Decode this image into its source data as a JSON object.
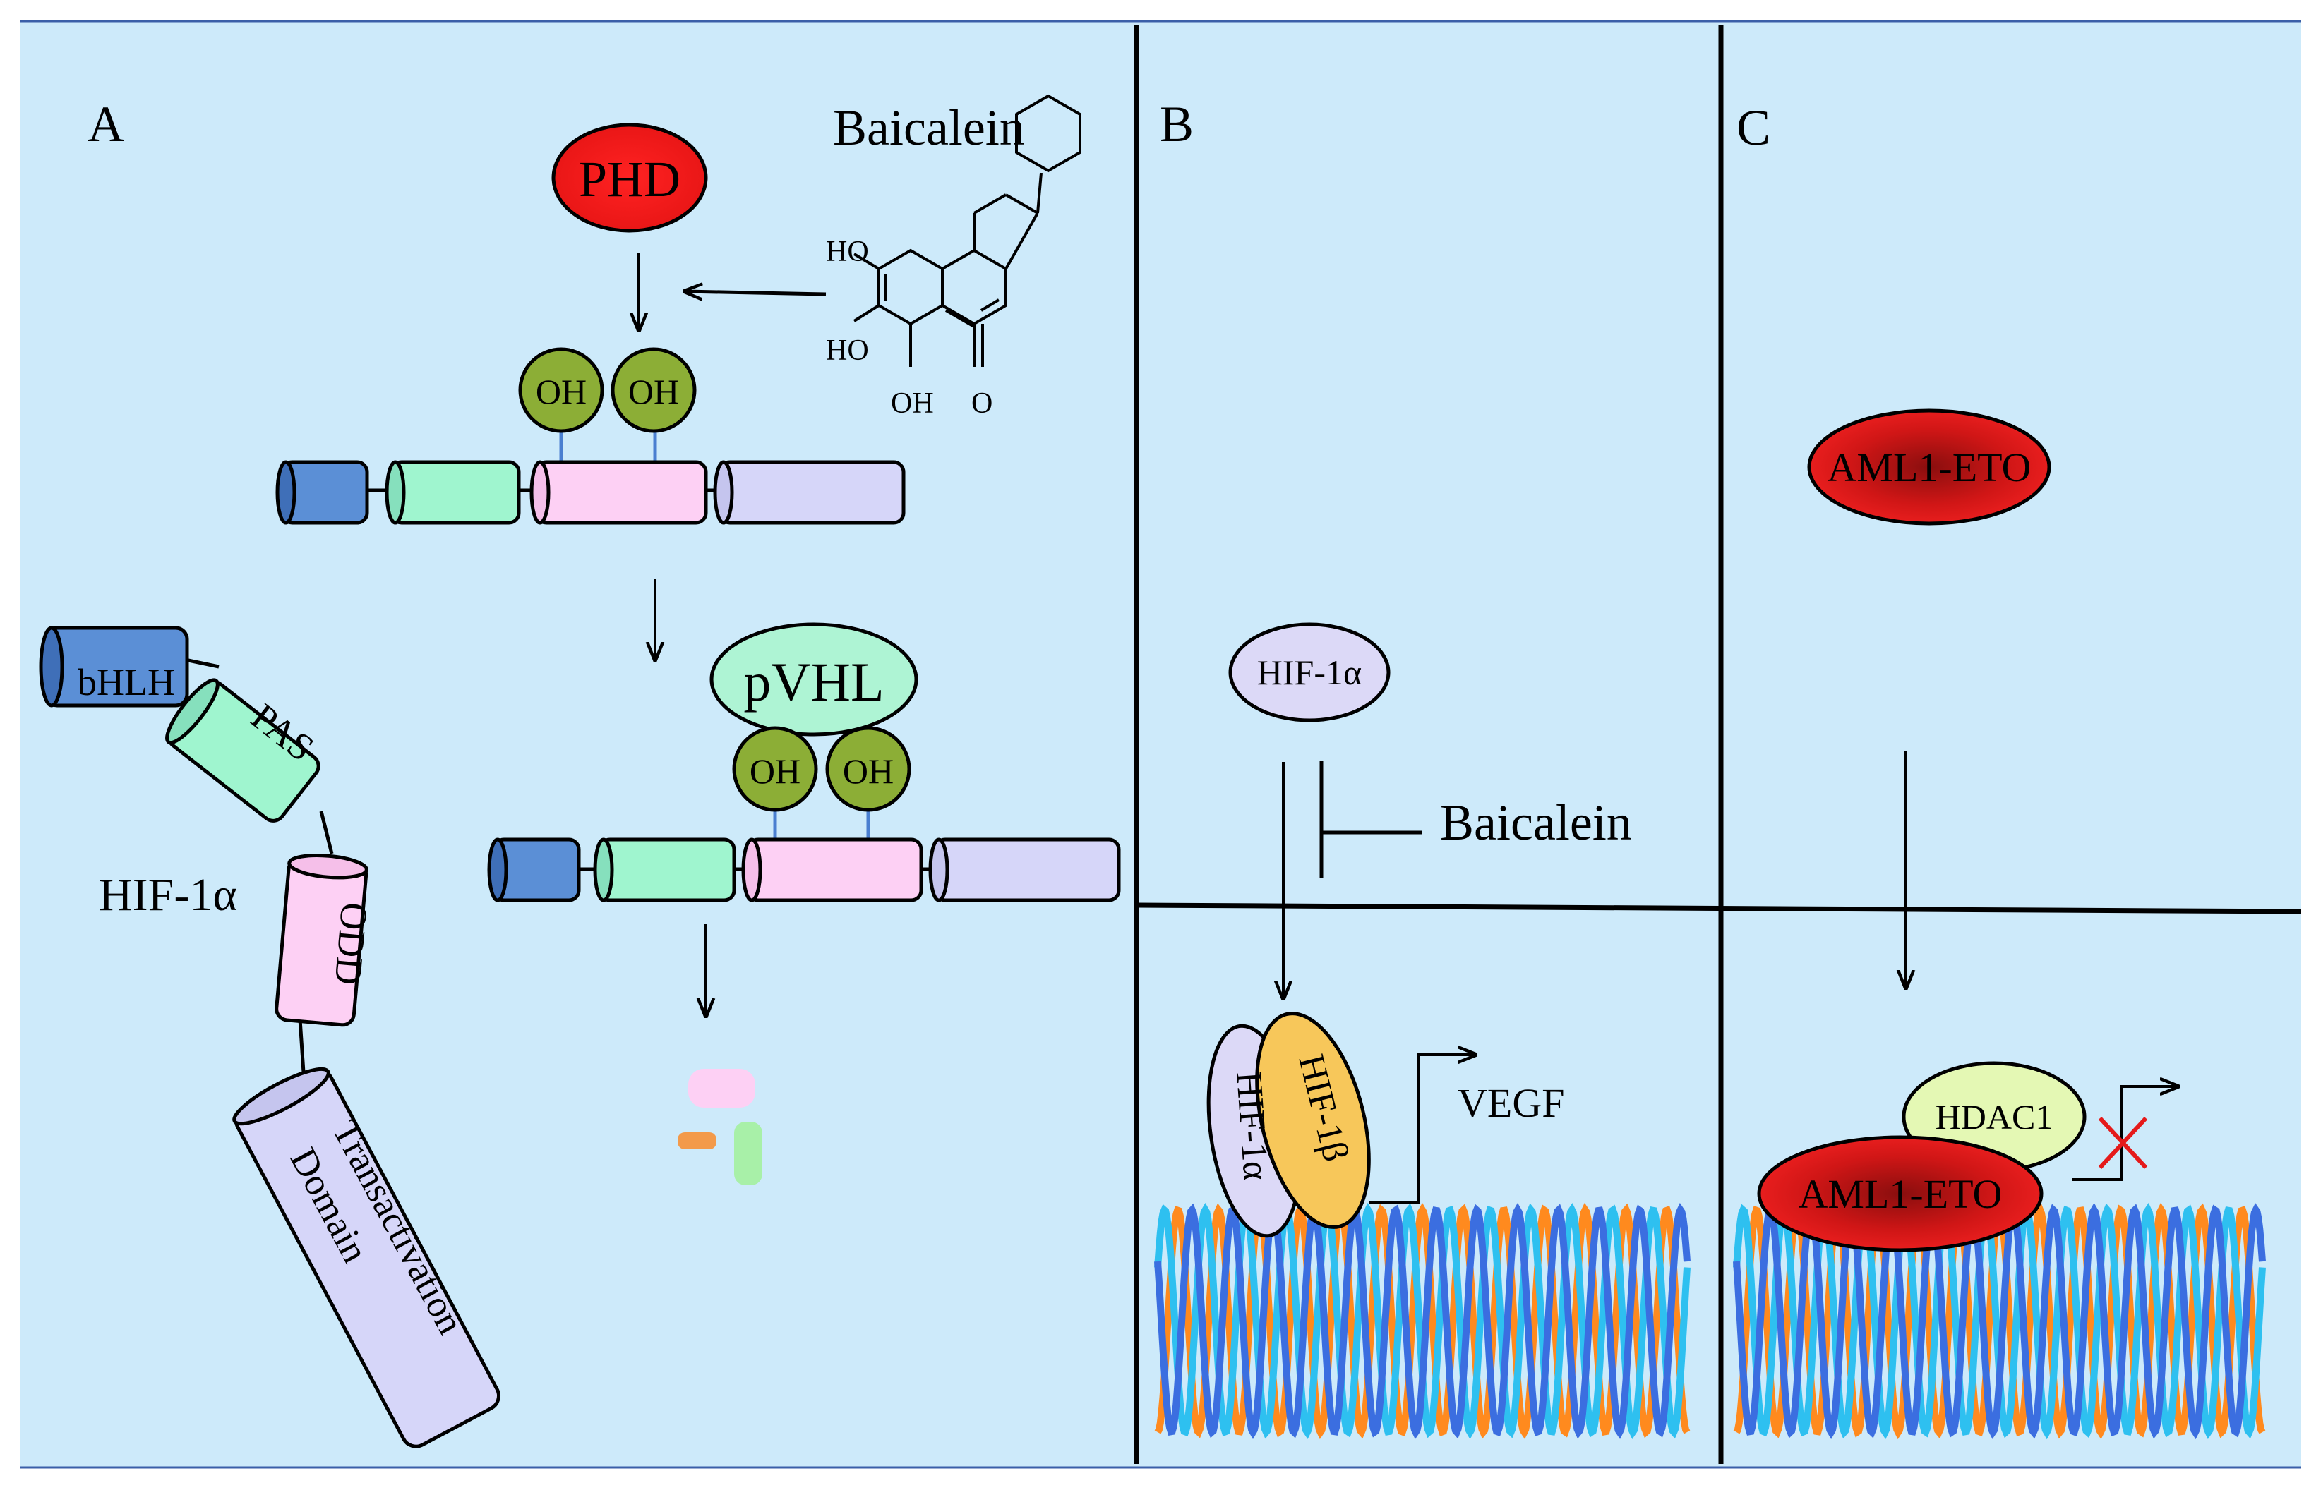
{
  "panels": {
    "a": {
      "label": "A"
    },
    "b": {
      "label": "B"
    },
    "c": {
      "label": "C"
    }
  },
  "labels": {
    "phd": "PHD",
    "baicalein_a": "Baicalein",
    "oh": "OH",
    "ho": "HO",
    "pvhl": "pVHL",
    "bhlh": "bHLH",
    "pas": "PAS",
    "odd": "ODD",
    "hif1a_side": "HIF-1α",
    "transactivation": "Transactivation",
    "domain": "Domain",
    "hif1a_b": "HIF-1α",
    "baicalein_b": "Baicalein",
    "hif1a_dna": "HIF-1α",
    "hif1b_dna": "HIF-1β",
    "vegf": "VEGF",
    "aml1eto_top": "AML1-ETO",
    "hdac1": "HDAC1",
    "aml1eto_bottom": "AML1-ETO"
  },
  "colors": {
    "background": "#cdeafa",
    "phd": "#ee1c1c",
    "aml1eto": "#e01818",
    "oh": "#8cae36",
    "bhlh": "#5b8fd6",
    "pas": "#9ff5cf",
    "odd": "#fdd0f4",
    "transactivation": "#d6d6f9",
    "hif1a": "#dcd9f7",
    "hif1b": "#f7c75a",
    "hdac1": "#e4f8b4",
    "pvhl": "#aef4d4",
    "dna_orange": "#ff8a1e",
    "dna_blue": "#3b6ee0",
    "dna_cyan": "#2ec0f0",
    "inhibit_x": "#e51a1a"
  }
}
